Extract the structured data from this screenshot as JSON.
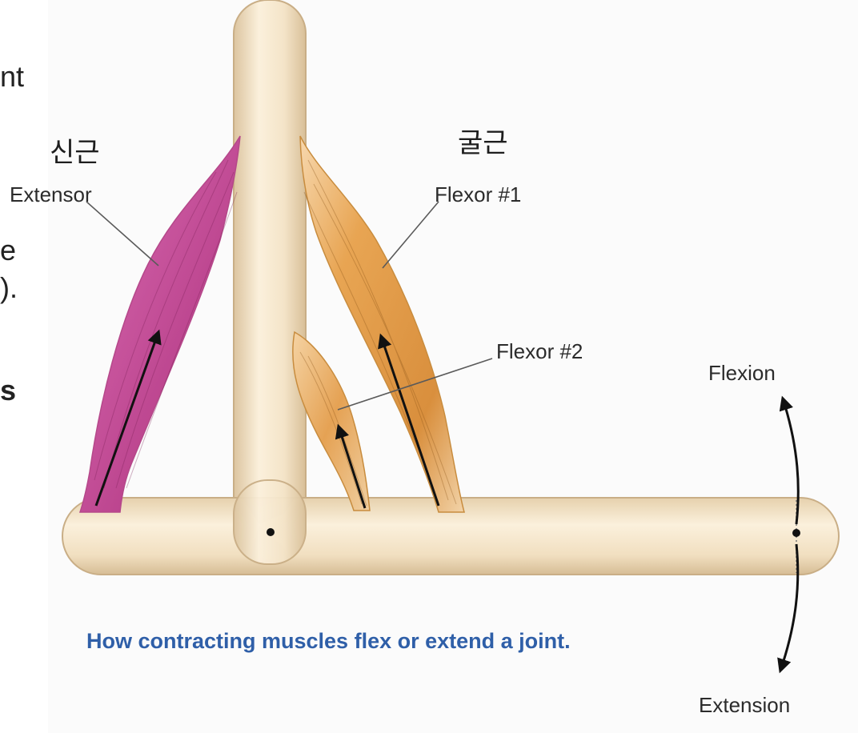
{
  "labels": {
    "extensor_ko": "신근",
    "extensor_en": "Extensor",
    "flexor_ko": "굴근",
    "flexor1_en": "Flexor #1",
    "flexor2_en": "Flexor #2",
    "flexion": "Flexion",
    "extension": "Extension"
  },
  "caption": "How contracting muscles flex or extend a joint.",
  "left_edge_fragments": [
    "nt",
    "e",
    ").",
    "s"
  ],
  "colors": {
    "bone_fill": "#f3e2c4",
    "bone_stroke": "#c9ae86",
    "extensor_muscle": "#c54f9a",
    "flexor_muscle": "#e2a456",
    "caption": "#2f5fa8"
  }
}
